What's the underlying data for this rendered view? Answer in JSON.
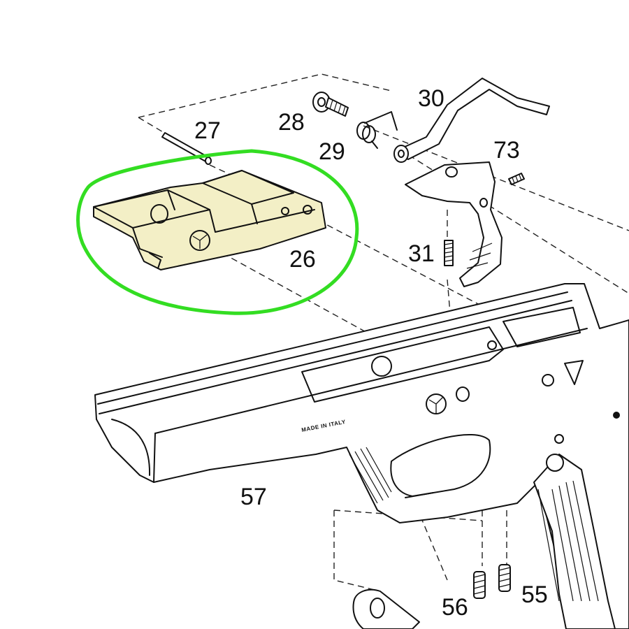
{
  "labels": {
    "p26": "26",
    "p27": "27",
    "p28": "28",
    "p29": "29",
    "p30": "30",
    "p31": "31",
    "p55": "55",
    "p56": "56",
    "p57": "57",
    "p73": "73"
  },
  "frame_marking": "MADE IN ITALY",
  "colors": {
    "highlight_outline": "#33dd22",
    "highlight_fill": "#f3efc6",
    "ink": "#111111"
  }
}
